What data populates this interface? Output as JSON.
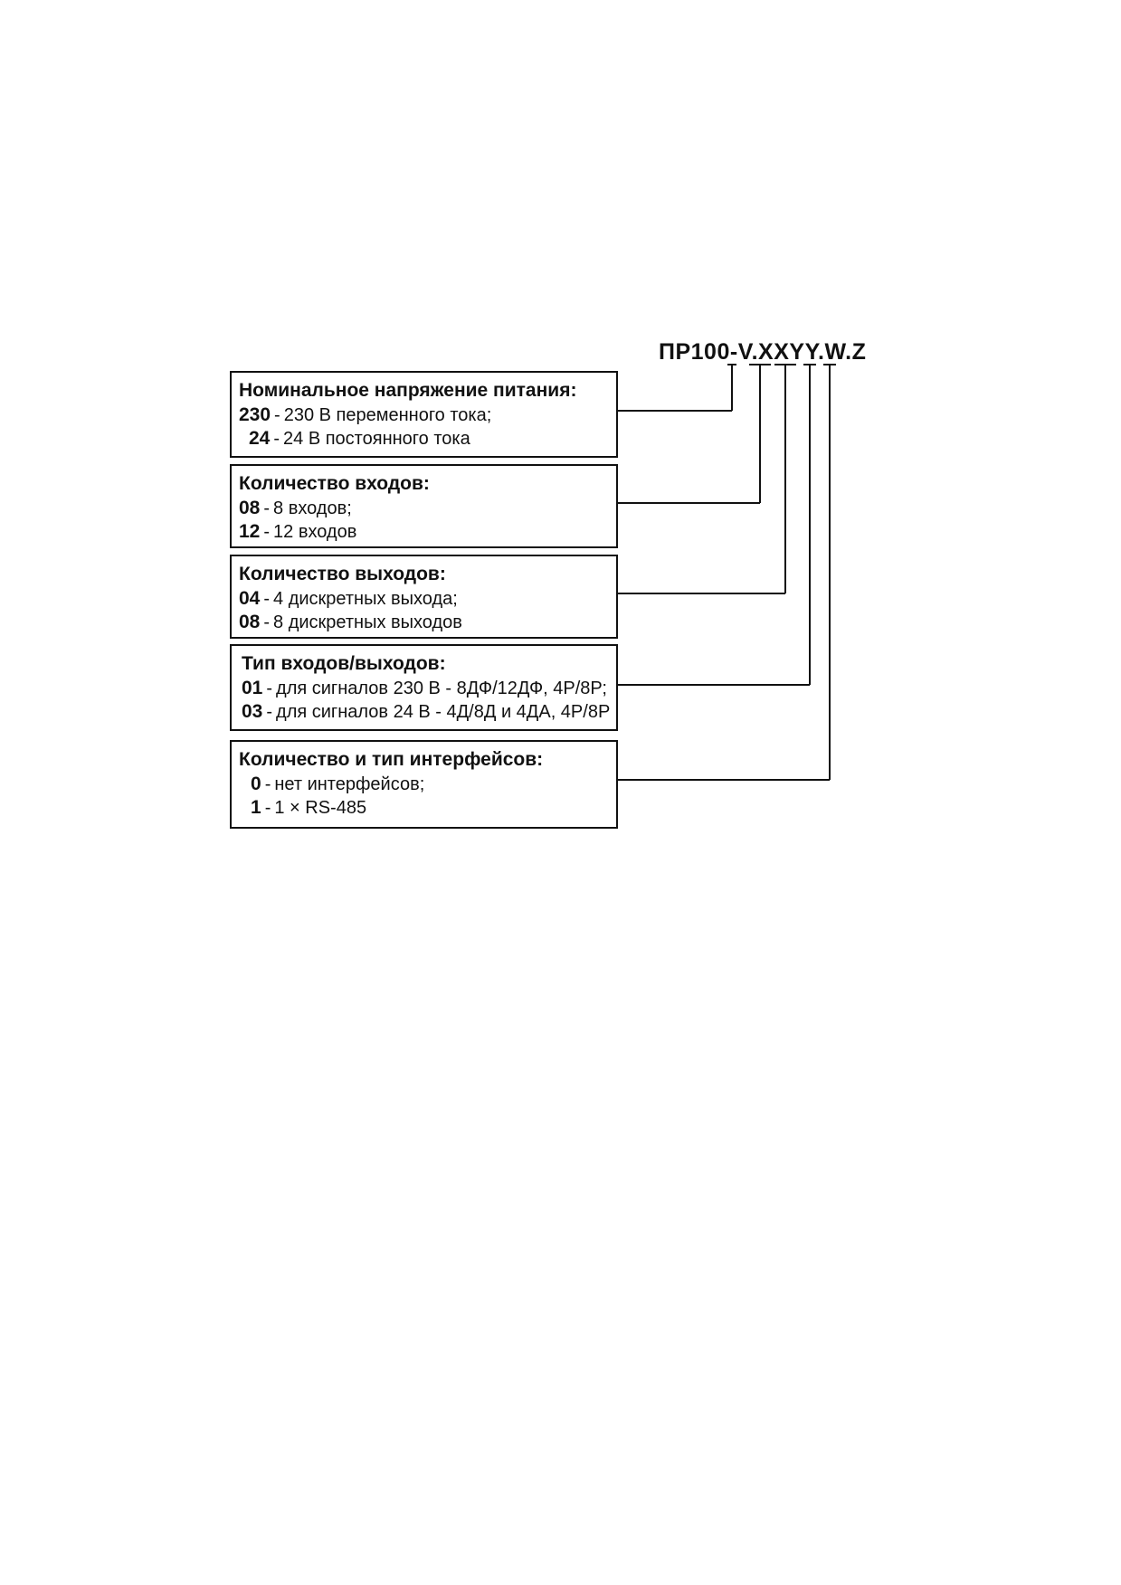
{
  "model_code": {
    "prefix": "ПР100-",
    "v": "V",
    "dot1": ".",
    "xx": "XX",
    "yy": "YY",
    "dot2": ".",
    "w": "W",
    "dot3": ".",
    "z": "Z"
  },
  "boxes": [
    {
      "title": "Номинальное напряжение питания:",
      "options": [
        {
          "code": "230",
          "sep": "-",
          "text": "230 В переменного тока;"
        },
        {
          "code": "24",
          "sep": "-",
          "text": "24 В постоянного тока"
        }
      ]
    },
    {
      "title": "Количество входов:",
      "options": [
        {
          "code": "08",
          "sep": "-",
          "text": "8 входов;"
        },
        {
          "code": "12",
          "sep": "-",
          "text": "12 входов"
        }
      ]
    },
    {
      "title": "Количество выходов:",
      "options": [
        {
          "code": "04",
          "sep": "-",
          "text": "4 дискретных выхода;"
        },
        {
          "code": "08",
          "sep": "-",
          "text": "8 дискретных выходов"
        }
      ]
    },
    {
      "title": "Тип входов/выходов:",
      "options": [
        {
          "code": "01",
          "sep": "-",
          "text": "для сигналов 230 В - 8ДФ/12ДФ, 4Р/8Р;"
        },
        {
          "code": "03",
          "sep": "-",
          "text": "для сигналов 24 В - 4Д/8Д и 4ДА, 4Р/8Р"
        }
      ]
    },
    {
      "title": "Количество и тип интерфейсов:",
      "options": [
        {
          "code": "0",
          "sep": "-",
          "text": "нет интерфейсов;"
        },
        {
          "code": "1",
          "sep": "-",
          "text": "1 × RS-485"
        }
      ]
    }
  ],
  "colors": {
    "line": "#111111",
    "background": "#ffffff"
  }
}
